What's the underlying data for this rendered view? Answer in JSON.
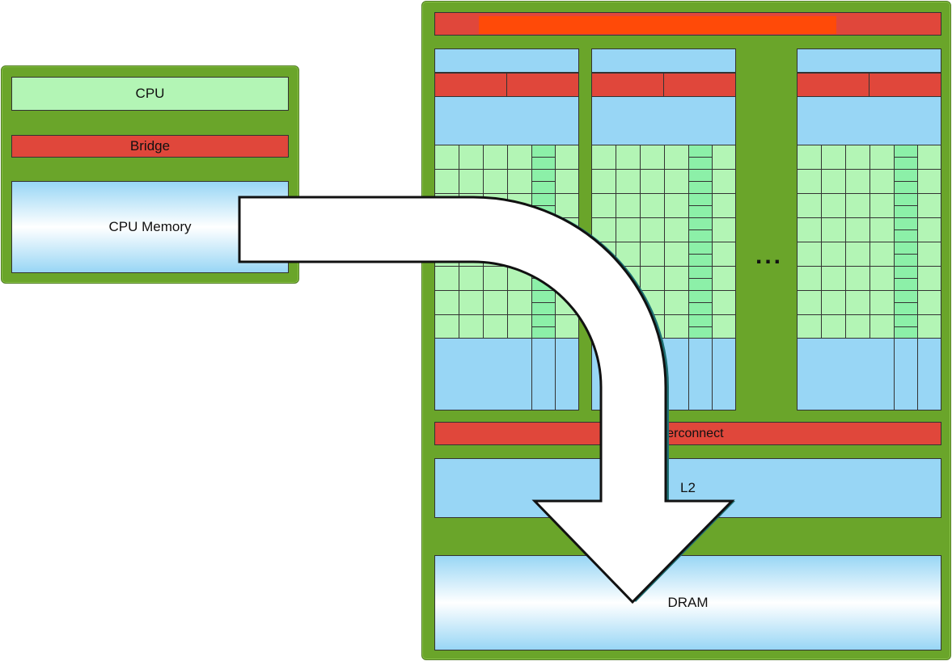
{
  "host": {
    "cpu_label": "CPU",
    "bridge_label": "Bridge",
    "memory_label": "CPU Memory"
  },
  "gpu": {
    "top_bar_label": "",
    "ellipsis": "...",
    "interconnect_label": "Interconnect",
    "l2_label": "L2",
    "dram_label": "DRAM"
  },
  "colors": {
    "board_green": "#6aa52a",
    "memory_blue": "#98d6f5",
    "bridge_red": "#e0473b",
    "core_green": "#b3f5b5",
    "highlight_orange": "#ff4a08"
  }
}
